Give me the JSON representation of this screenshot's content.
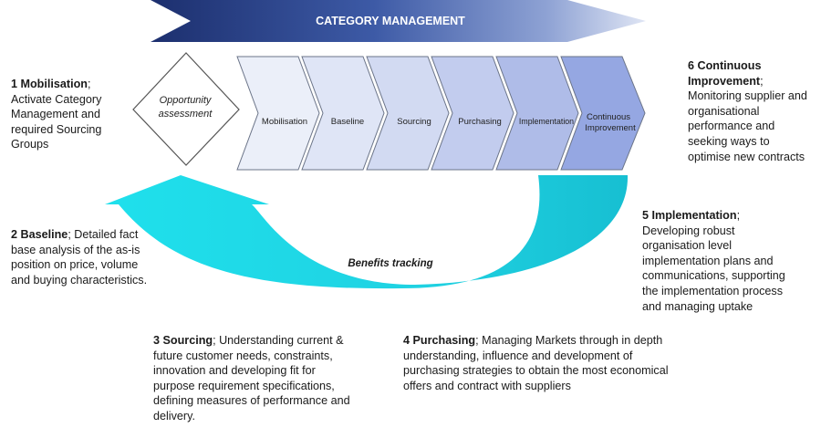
{
  "banner": {
    "title": "CATEGORY MANAGEMENT"
  },
  "opportunity": {
    "line1": "Opportunity",
    "line2": "assessment"
  },
  "steps": [
    {
      "label": "Mobilisation"
    },
    {
      "label": "Baseline"
    },
    {
      "label": "Sourcing"
    },
    {
      "label": "Purchasing"
    },
    {
      "label": "Implementation"
    },
    {
      "label_line1": "Continuous",
      "label_line2": "Improvement"
    }
  ],
  "benefits": {
    "label": "Benefits tracking"
  },
  "descriptions": {
    "mobilisation": {
      "heading": "1 Mobilisation",
      "sep": ";",
      "lines": [
        "Activate Category",
        "Management and",
        "required Sourcing",
        "Groups"
      ]
    },
    "baseline": {
      "heading": "2 Baseline",
      "line1_rest": "; Detailed fact",
      "lines": [
        "base analysis of the as-is",
        "position on price, volume",
        "and buying characteristics."
      ]
    },
    "sourcing": {
      "heading": "3 Sourcing",
      "line1_rest": "; Understanding current &",
      "lines": [
        "future customer needs, constraints,",
        "innovation and developing fit for",
        "purpose requirement specifications,",
        "defining measures of performance and",
        "delivery."
      ]
    },
    "purchasing": {
      "heading": "4 Purchasing",
      "line1_rest": "; Managing Markets through in depth",
      "lines": [
        "understanding, influence and development of",
        "purchasing strategies to obtain the most economical",
        "offers and contract with suppliers"
      ]
    },
    "implementation": {
      "heading": "5 Implementation",
      "sep": ";",
      "lines": [
        "Developing robust",
        "organisation level",
        "implementation plans and",
        "communications, supporting",
        "the implementation process",
        "and managing uptake"
      ]
    },
    "continuous": {
      "heading_line1": "6 Continuous",
      "heading_line2": "Improvement",
      "sep": ";",
      "lines": [
        "Monitoring supplier and",
        "organisational",
        "performance and",
        "seeking ways to",
        "optimise new contracts"
      ]
    }
  }
}
